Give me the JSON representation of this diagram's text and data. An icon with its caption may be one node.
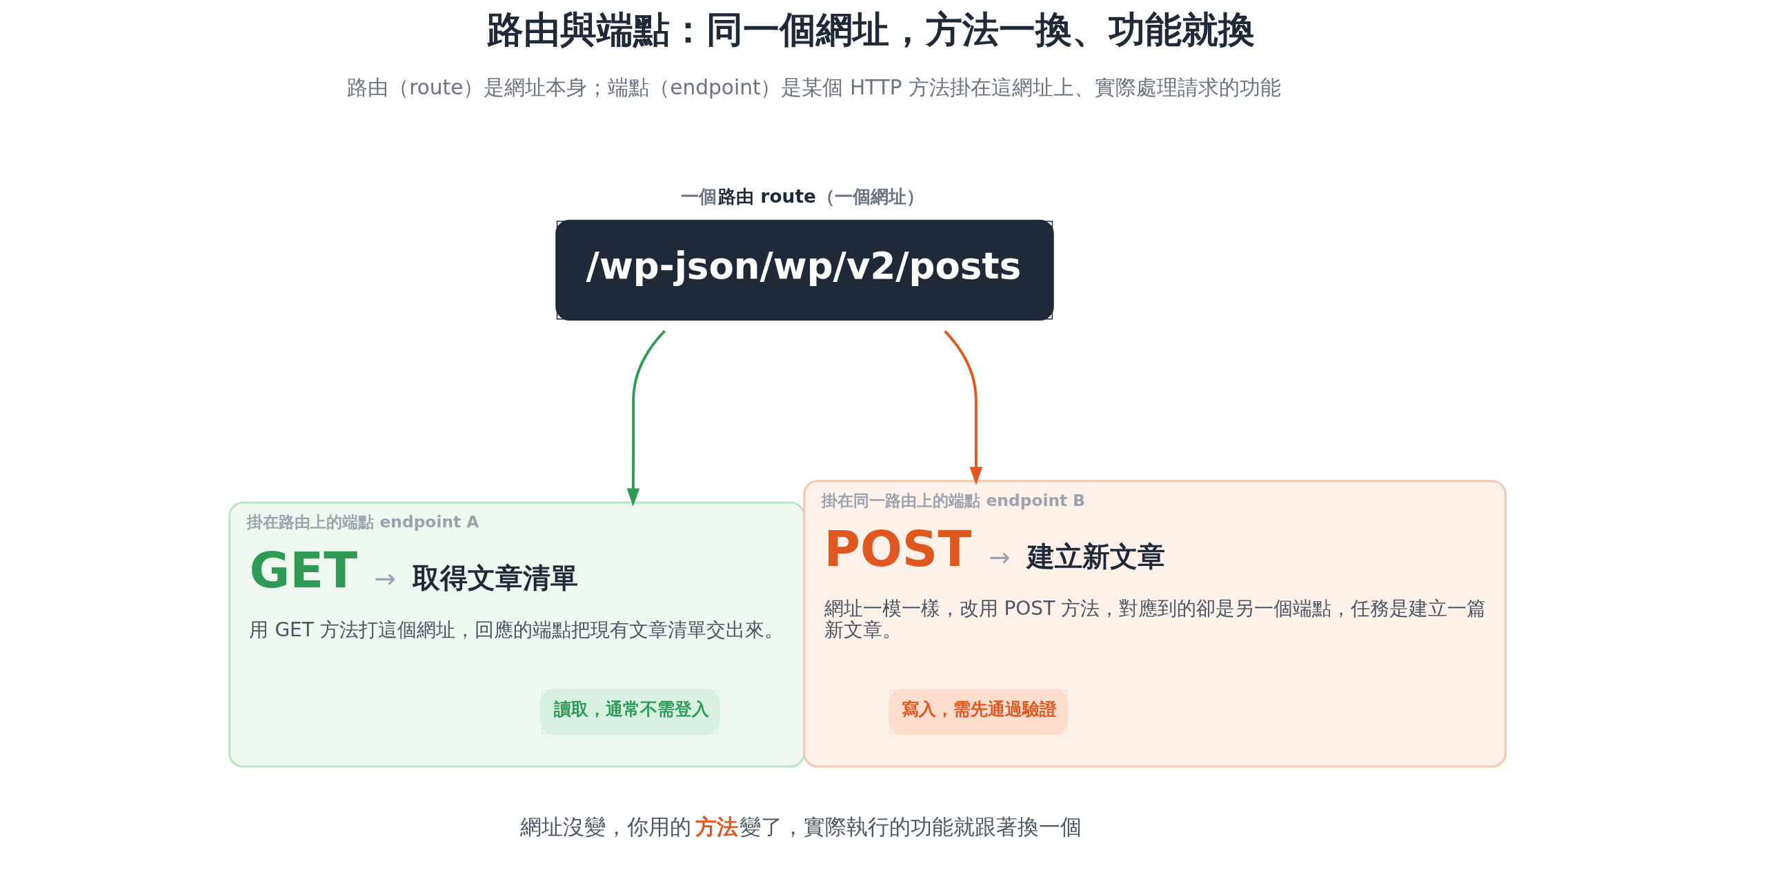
{
  "diagram": {
    "title": "路由與端點：同一個網址，方法一換、功能就換",
    "caption": "網址沒變，你用的**方法**變了，實際執行的功能就跟著換一個",
    "nodes": [
      {
        "text": [
          "一個**路由 route**（一個網址）",
          "/wp-json/wp/v2/posts"
        ]
      },
      {
        "text": [
          "掛在路由上的端點 endpoint A",
          "GET",
          "→",
          "取得文章清單",
          "用 GET 方法打這個網址，回應的端點把現有文章清單交出來。"
        ]
      },
      {
        "text": [
          "讀取，通常不需登入"
        ],
        "in": 1
      },
      {
        "text": [
          "掛在同一路由上的端點 endpoint B",
          "POST",
          "→",
          "建立新文章",
          "網址一模一樣，改用 POST 方法，對應到的卻是另一個端點，任務是建立一篇新文章。"
        ]
      },
      {
        "text": [
          "寫入，需先通過驗證"
        ],
        "in": 3
      }
    ],
    "edges": [
      {
        "from": 0,
        "to": 1,
        "arrow": "to",
        "color": "#2e9a56"
      },
      {
        "from": 0,
        "to": 3,
        "arrow": "to",
        "color": "#e0571f"
      }
    ],
    "labels": [
      "路由（route）是網址本身；端點（endpoint）是某個 HTTP 方法掛在這網址上、實際處理請求的功能"
    ]
  }
}
